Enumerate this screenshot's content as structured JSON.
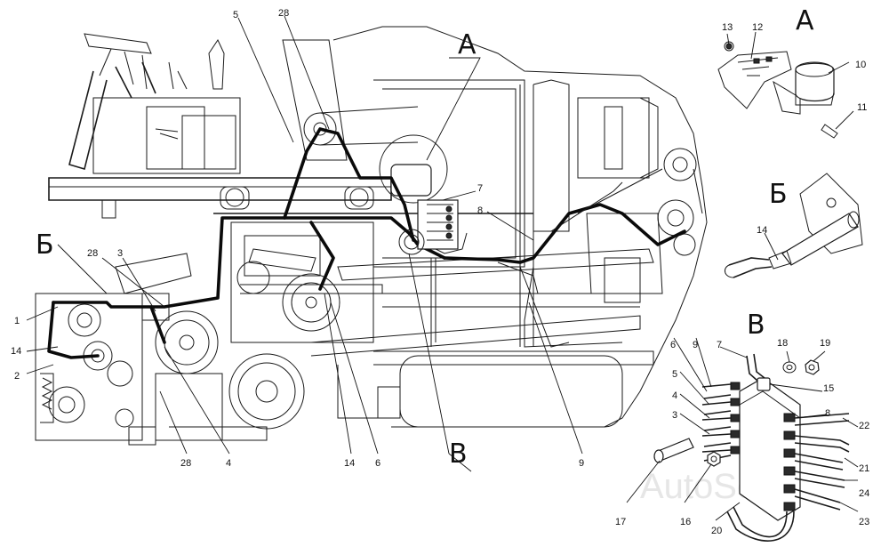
{
  "views": {
    "a": "А",
    "b_cyr": "Б",
    "v_cyr": "В",
    "b_main_left": "Б",
    "a_main": "А",
    "v_main": "В"
  },
  "labels": {
    "l1": "1",
    "l2": "2",
    "l3": "3",
    "l3b": "3",
    "l4": "4",
    "l4b": "4",
    "l5": "5",
    "l5b": "5",
    "l6": "6",
    "l6b": "6",
    "l7": "7",
    "l7b": "7",
    "l8": "8",
    "l8b": "8",
    "l9": "9",
    "l9b": "9",
    "l10": "10",
    "l11": "11",
    "l12": "12",
    "l13": "13",
    "l14": "14",
    "l14b": "14",
    "l14c": "14",
    "l15": "15",
    "l16": "16",
    "l17": "17",
    "l18": "18",
    "l19": "19",
    "l20": "20",
    "l21": "21",
    "l22": "22",
    "l23": "23",
    "l24": "24",
    "l28a": "28",
    "l28b": "28",
    "l28c": "28"
  },
  "watermark": "AutoSoft"
}
